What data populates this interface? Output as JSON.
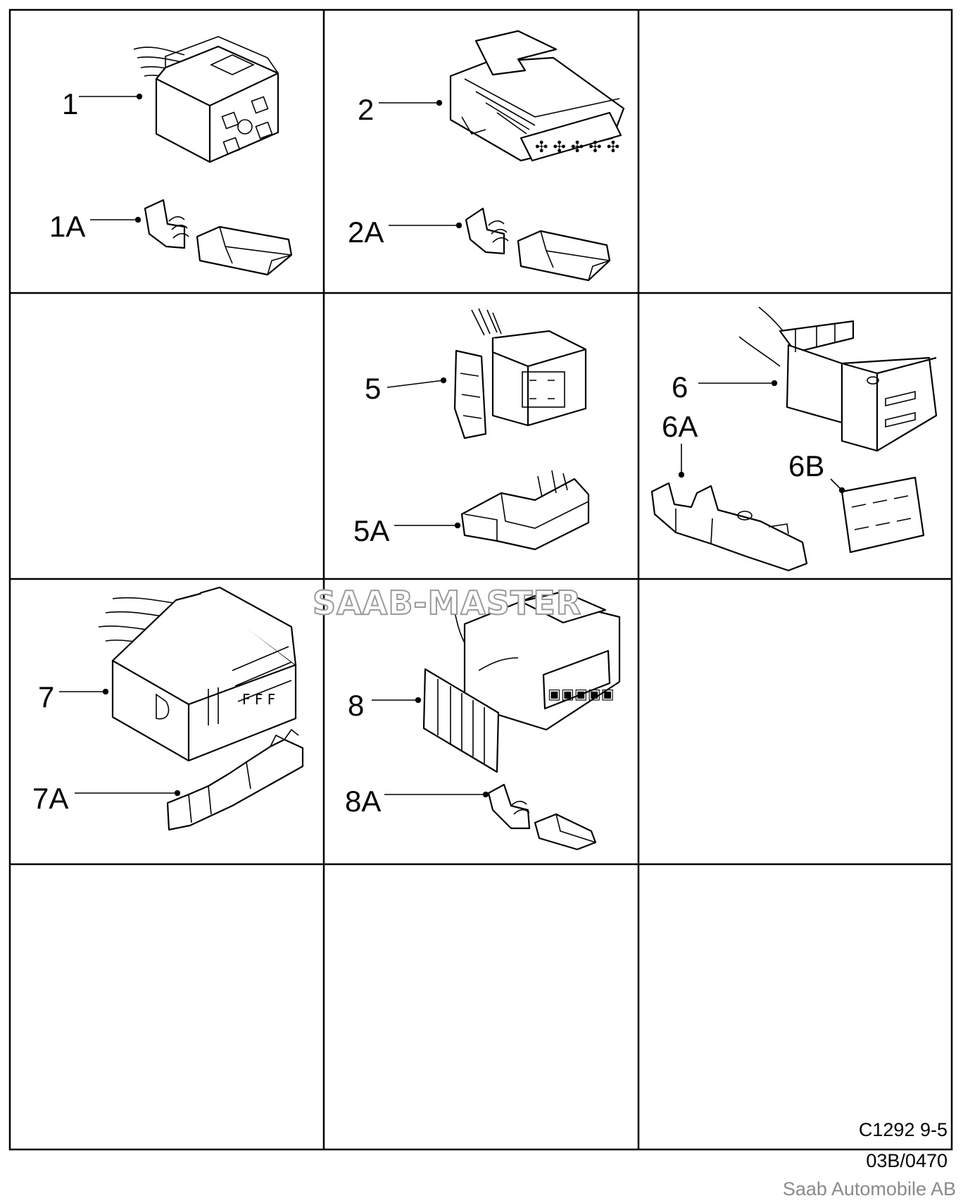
{
  "watermark": "SAAB-MASTER",
  "labels": {
    "p1": "1",
    "p1a": "1A",
    "p2": "2",
    "p2a": "2A",
    "p5": "5",
    "p5a": "5A",
    "p6": "6",
    "p6a": "6A",
    "p6b": "6B",
    "p7": "7",
    "p7a": "7A",
    "p8": "8",
    "p8a": "8A"
  },
  "footer": {
    "figure_code": "C1292 9-5",
    "ref_code": "03B/0470",
    "company": "Saab Automobile AB"
  }
}
